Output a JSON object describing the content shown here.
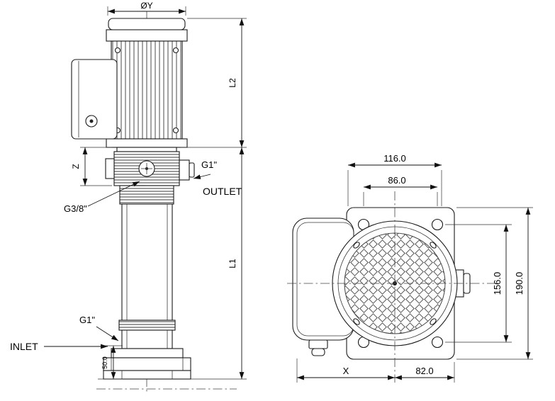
{
  "drawing": {
    "side_view": {
      "dim_diameter": "ØY",
      "dim_motor_length": "L2",
      "dim_head_height": "Z",
      "dim_pump_length": "L1",
      "outlet_thread": "G1\"",
      "outlet_label": "OUTLET",
      "drain_thread": "G3/8\"",
      "inlet_thread": "G1\"",
      "inlet_label": "INLET",
      "dim_inlet_height": "50.0"
    },
    "top_view": {
      "dim_flange_width": "116.0",
      "dim_bolt_width": "86.0",
      "dim_bolt_height": "156.0",
      "dim_flange_height": "190.0",
      "dim_x": "X",
      "dim_center_to_edge": "82.0"
    }
  }
}
